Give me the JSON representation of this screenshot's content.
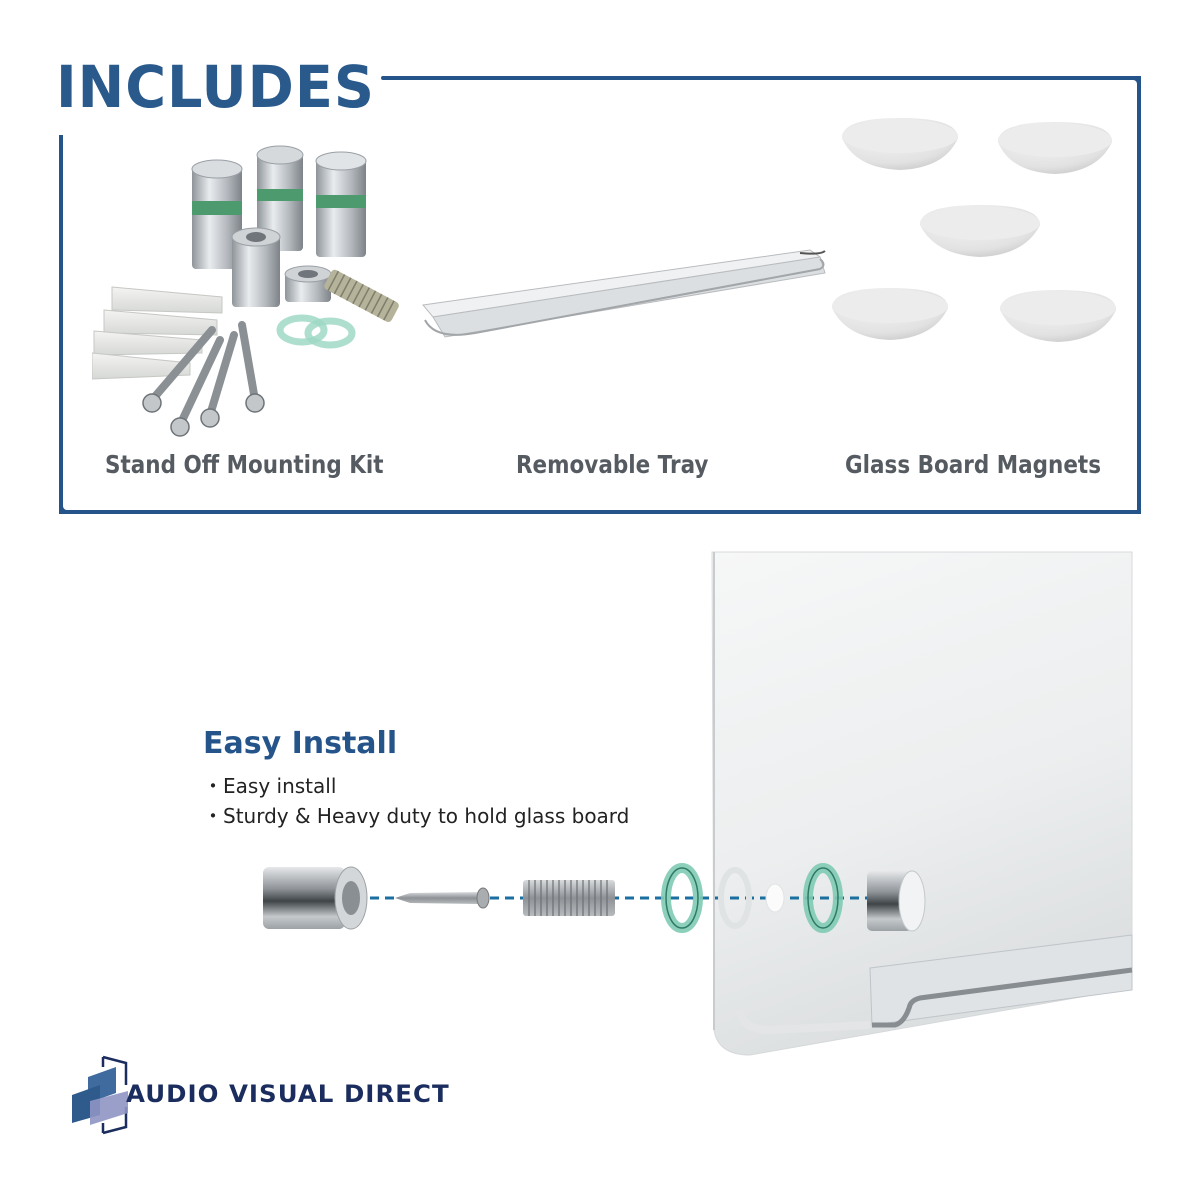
{
  "includes": {
    "title": "INCLUDES",
    "accent_color": "#24548a",
    "items": [
      {
        "label": "Stand Off Mounting Kit",
        "image": "standoff-mounting-kit-image"
      },
      {
        "label": "Removable Tray",
        "image": "removable-tray-image"
      },
      {
        "label": "Glass Board Magnets",
        "image": "glass-board-magnets-image"
      }
    ]
  },
  "install": {
    "title": "Easy Install",
    "bullet_glyph": "・",
    "bullets": [
      "Easy install",
      "Sturdy & Heavy duty to hold glass board"
    ],
    "diagram": {
      "parts": [
        "barrel-cap",
        "wood-screw",
        "threaded-rod",
        "clear-washer",
        "glass-board-hole",
        "clear-washer",
        "standoff-cap"
      ],
      "guide_line_color": "#1a6fa0"
    }
  },
  "brand": {
    "name": "AUDIO VISUAL DIRECT",
    "text_color": "#1a2d5e"
  }
}
